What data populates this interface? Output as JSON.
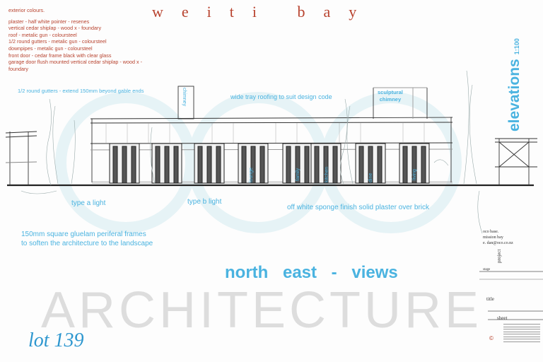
{
  "project_title": "weiti bay",
  "exterior_colours": {
    "heading": "exterior colours.",
    "lines": [
      "plaster - half white pointer - resenes",
      "vertical cedar shiplap - wood x - foundary",
      "roof - metalic gun - coloursteel",
      "1/2 round gutters - metalic gun - coloursteel",
      "downpipes - metalic gun - coloursteel",
      "front door - cedar frame black with clear glass",
      "garage door flush mounted vertical cedar shiplap - wood x -",
      "foundary"
    ]
  },
  "annotations": {
    "gutters": "1/2 round gutters - extend 150mm beyond gable ends",
    "chimney_vertical": "chimney",
    "tray_roofing": "wide tray roofing to suit design code",
    "sculptural_chimney_1": "sculptural",
    "sculptural_chimney_2": "chimney",
    "type_a": "type a light",
    "type_b": "type b light",
    "plaster": "off white sponge finish solid plaster over brick",
    "gluelam_1": "150mm square gluelam periferal frames",
    "gluelam_2": "to soften the architecture to the landscape"
  },
  "rooms": [
    "lounge",
    "family",
    "kitchen",
    "dine",
    "living"
  ],
  "view_heading": "north east  -  views",
  "sheet_type": "elevations",
  "scale": "1:100",
  "watermark": "ARCHITECTURE",
  "lot": "lot 139",
  "firm": {
    "line1": "oco base.",
    "line2": "mission bay",
    "line3": "e. dan@oco.co.nz"
  },
  "title_block": {
    "project": "project",
    "stage": "stage",
    "title": "title",
    "sheet": "sheet",
    "copyright": "©"
  },
  "colors": {
    "accent_blue": "#4ab3e0",
    "title_red": "#b8432f",
    "watermark_grey": "#dddddd",
    "logo_ring": "#e6f3f6"
  }
}
